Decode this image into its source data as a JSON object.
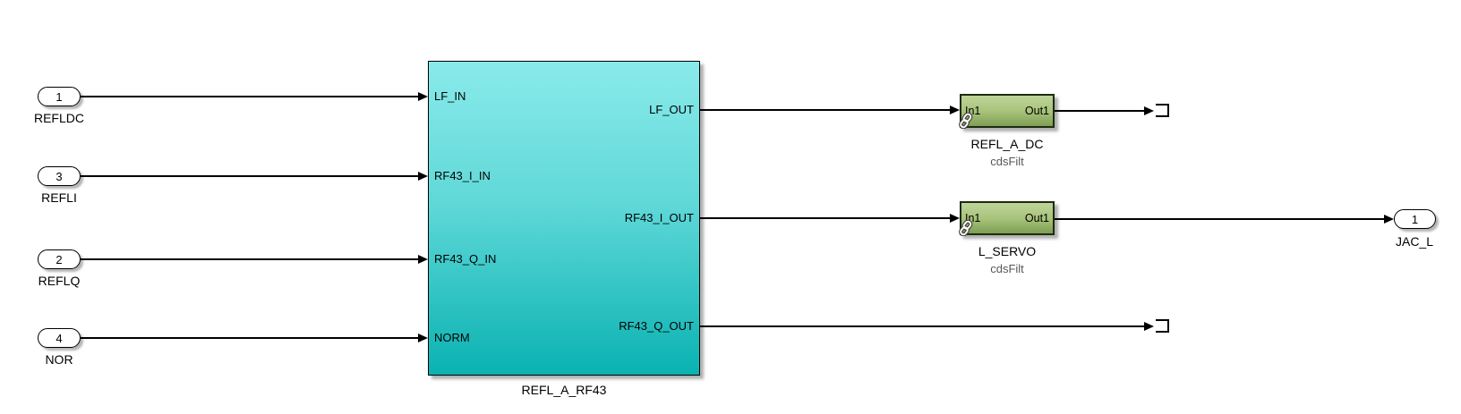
{
  "diagram": {
    "type": "simulink-block-diagram",
    "inports": [
      {
        "number": "1",
        "label": "REFLDC"
      },
      {
        "number": "3",
        "label": "REFLI"
      },
      {
        "number": "2",
        "label": "REFLQ"
      },
      {
        "number": "4",
        "label": "NOR"
      }
    ],
    "main_block": {
      "name": "REFL_A_RF43",
      "input_ports": [
        "LF_IN",
        "RF43_I_IN",
        "RF43_Q_IN",
        "NORM"
      ],
      "output_ports": [
        "LF_OUT",
        "RF43_I_OUT",
        "RF43_Q_OUT"
      ]
    },
    "filter_blocks": [
      {
        "name": "REFL_A_DC",
        "library": "cdsFilt",
        "input_label": "In1",
        "output_label": "Out1"
      },
      {
        "name": "L_SERVO",
        "library": "cdsFilt",
        "input_label": "In1",
        "output_label": "Out1"
      }
    ],
    "outports": [
      {
        "number": "1",
        "label": "JAC_L"
      }
    ],
    "colors": {
      "subsystem_top": "#8aeaea",
      "subsystem_bottom": "#0ab2b2",
      "filter_top": "#bed59a",
      "filter_bottom": "#7e9e54",
      "wire": "#000000",
      "library_text": "#575757",
      "background": "#ffffff"
    }
  }
}
